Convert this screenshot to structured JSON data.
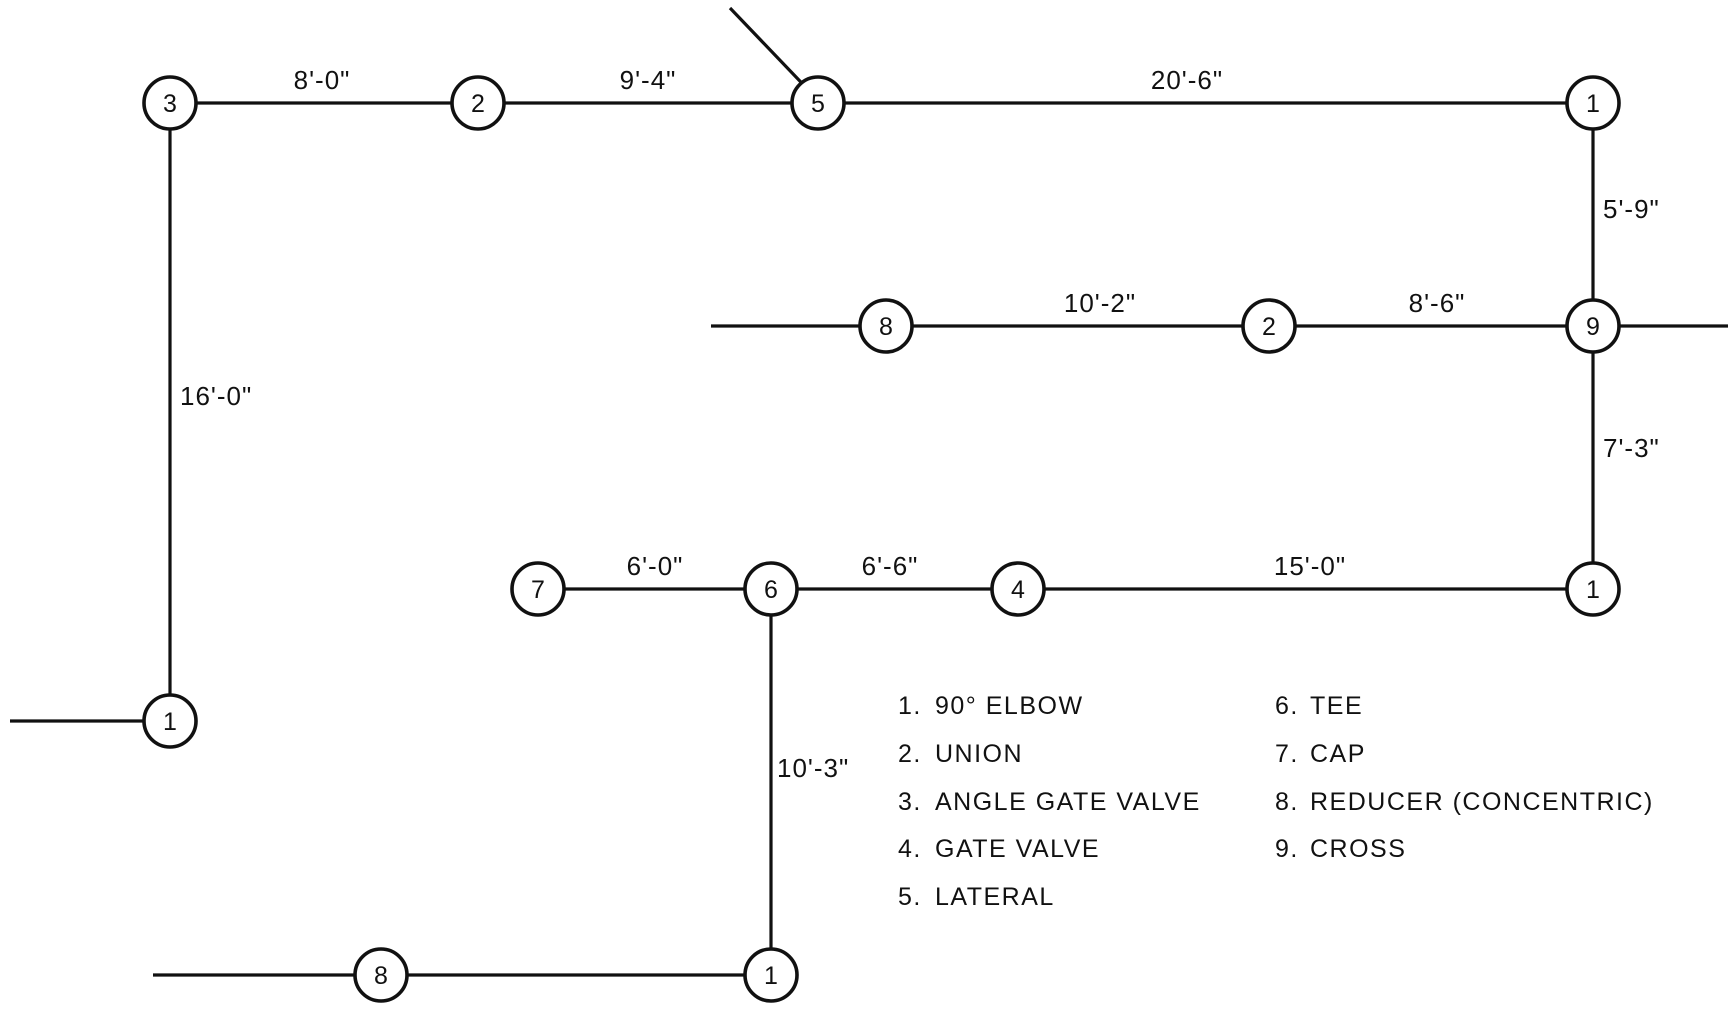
{
  "fittings": {
    "a": "3",
    "b": "2",
    "c": "5",
    "d": "1",
    "e": "8",
    "f": "2",
    "g": "9",
    "h": "7",
    "i": "6",
    "j": "4",
    "k": "1",
    "l": "1",
    "m": "8",
    "n": "1"
  },
  "dimensions": {
    "a_b": "8'-0\"",
    "b_c": "9'-4\"",
    "c_d": "20'-6\"",
    "d_g": "5'-9\"",
    "e_f": "10'-2\"",
    "f_g": "8'-6\"",
    "g_k": "7'-3\"",
    "h_i": "6'-0\"",
    "i_j": "6'-6\"",
    "j_k": "15'-0\"",
    "a_l": "16'-0\"",
    "i_n": "10'-3\""
  },
  "legend": [
    {
      "num": "1.",
      "label": "90° ELBOW"
    },
    {
      "num": "2.",
      "label": "UNION"
    },
    {
      "num": "3.",
      "label": "ANGLE GATE VALVE"
    },
    {
      "num": "4.",
      "label": "GATE VALVE"
    },
    {
      "num": "5.",
      "label": "LATERAL"
    },
    {
      "num": "6.",
      "label": "TEE"
    },
    {
      "num": "7.",
      "label": "CAP"
    },
    {
      "num": "8.",
      "label": "REDUCER (CONCENTRIC)"
    },
    {
      "num": "9.",
      "label": "CROSS"
    }
  ]
}
